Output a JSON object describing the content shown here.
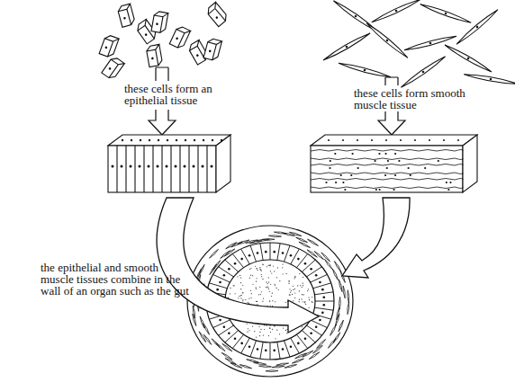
{
  "diagram": {
    "labels": [
      "these cells form an epithelial tissue",
      "these cells form smooth muscle tissue",
      "the epithelial and smooth muscle tissues combine in the wall of an organ such as the gut"
    ]
  }
}
